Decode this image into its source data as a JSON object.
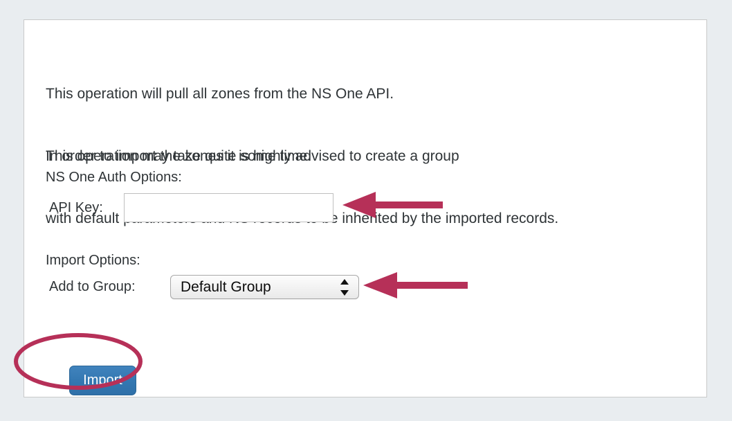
{
  "page": {
    "background_color": "#e9edf0",
    "panel_background": "#ffffff",
    "panel_border_color": "#c9c9c9",
    "text_color": "#2f3437",
    "annotation_color": "#b63058",
    "button_color": "#3478b2"
  },
  "intro": {
    "block_1": {
      "line_1": "This operation will pull all zones from the NS One API.",
      "line_2": "This operation may take quite some time."
    },
    "block_2": {
      "line_1": "In order to import the zones it is highly advised to create a group",
      "line_2": "with default parameters and NS records to be inherited by the imported records."
    }
  },
  "auth_section": {
    "heading": "NS One Auth Options:",
    "api_key": {
      "label": "API Key:",
      "value": "",
      "placeholder": ""
    }
  },
  "import_section": {
    "heading": "Import Options:",
    "add_to_group": {
      "label": "Add to Group:",
      "selected": "Default Group",
      "options": [
        "Default Group"
      ]
    }
  },
  "actions": {
    "import_button_label": "Import"
  },
  "annotations": {
    "arrow_api_key": "arrow-pointing-left-at-api-key-field",
    "arrow_add_to_group": "arrow-pointing-left-at-group-dropdown",
    "ellipse_import": "ellipse-highlighting-import-button"
  }
}
